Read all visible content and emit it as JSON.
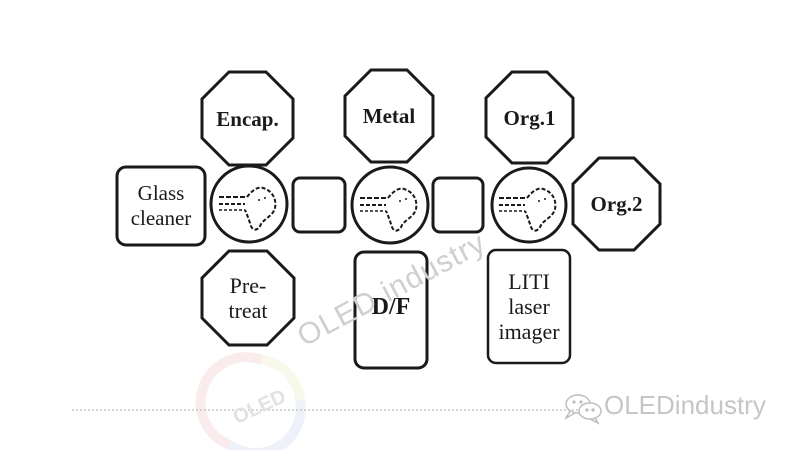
{
  "diagram": {
    "title": "",
    "stroke_color": "#1a1a1a",
    "background": "#ffffff",
    "nodes": [
      {
        "id": "encap",
        "label": "Encap.",
        "shape": "octagon"
      },
      {
        "id": "metal",
        "label": "Metal",
        "shape": "octagon"
      },
      {
        "id": "org1",
        "label": "Org.1",
        "shape": "octagon"
      },
      {
        "id": "org2",
        "label": "Org.2",
        "shape": "octagon"
      },
      {
        "id": "glass_cleaner",
        "label": "Glass\ncleaner",
        "shape": "rounded-rect"
      },
      {
        "id": "pretreat",
        "label": "Pre-\ntreat",
        "shape": "octagon"
      },
      {
        "id": "df",
        "label": "D/F",
        "shape": "rounded-rect"
      },
      {
        "id": "liti",
        "label": "LITI\nlaser\nimager",
        "shape": "rounded-rect"
      },
      {
        "id": "robot1",
        "label": "",
        "shape": "circle",
        "icon": "robot-arm-icon"
      },
      {
        "id": "robot2",
        "label": "",
        "shape": "circle",
        "icon": "robot-arm-icon"
      },
      {
        "id": "robot3",
        "label": "",
        "shape": "circle",
        "icon": "robot-arm-icon"
      },
      {
        "id": "buffer1",
        "label": "",
        "shape": "rounded-square"
      },
      {
        "id": "buffer2",
        "label": "",
        "shape": "rounded-square"
      }
    ],
    "labels": {
      "encap": "Encap.",
      "metal": "Metal",
      "org1": "Org.1",
      "org2": "Org.2",
      "glass_cleaner": "Glass\ncleaner",
      "pretreat": "Pre-\ntreat",
      "df": "D/F",
      "liti": "LITI\nlaser\nimager"
    },
    "connections": [
      [
        "glass_cleaner",
        "robot1"
      ],
      [
        "encap",
        "robot1"
      ],
      [
        "pretreat",
        "robot1"
      ],
      [
        "robot1",
        "buffer1"
      ],
      [
        "buffer1",
        "robot2"
      ],
      [
        "metal",
        "robot2"
      ],
      [
        "df",
        "robot2"
      ],
      [
        "robot2",
        "buffer2"
      ],
      [
        "buffer2",
        "robot3"
      ],
      [
        "org1",
        "robot3"
      ],
      [
        "org2",
        "robot3"
      ],
      [
        "liti",
        "robot3"
      ]
    ]
  },
  "watermarks": {
    "diagonal": "OLED industry",
    "brand": "OLEDindustry",
    "logo_text": "OLED"
  }
}
